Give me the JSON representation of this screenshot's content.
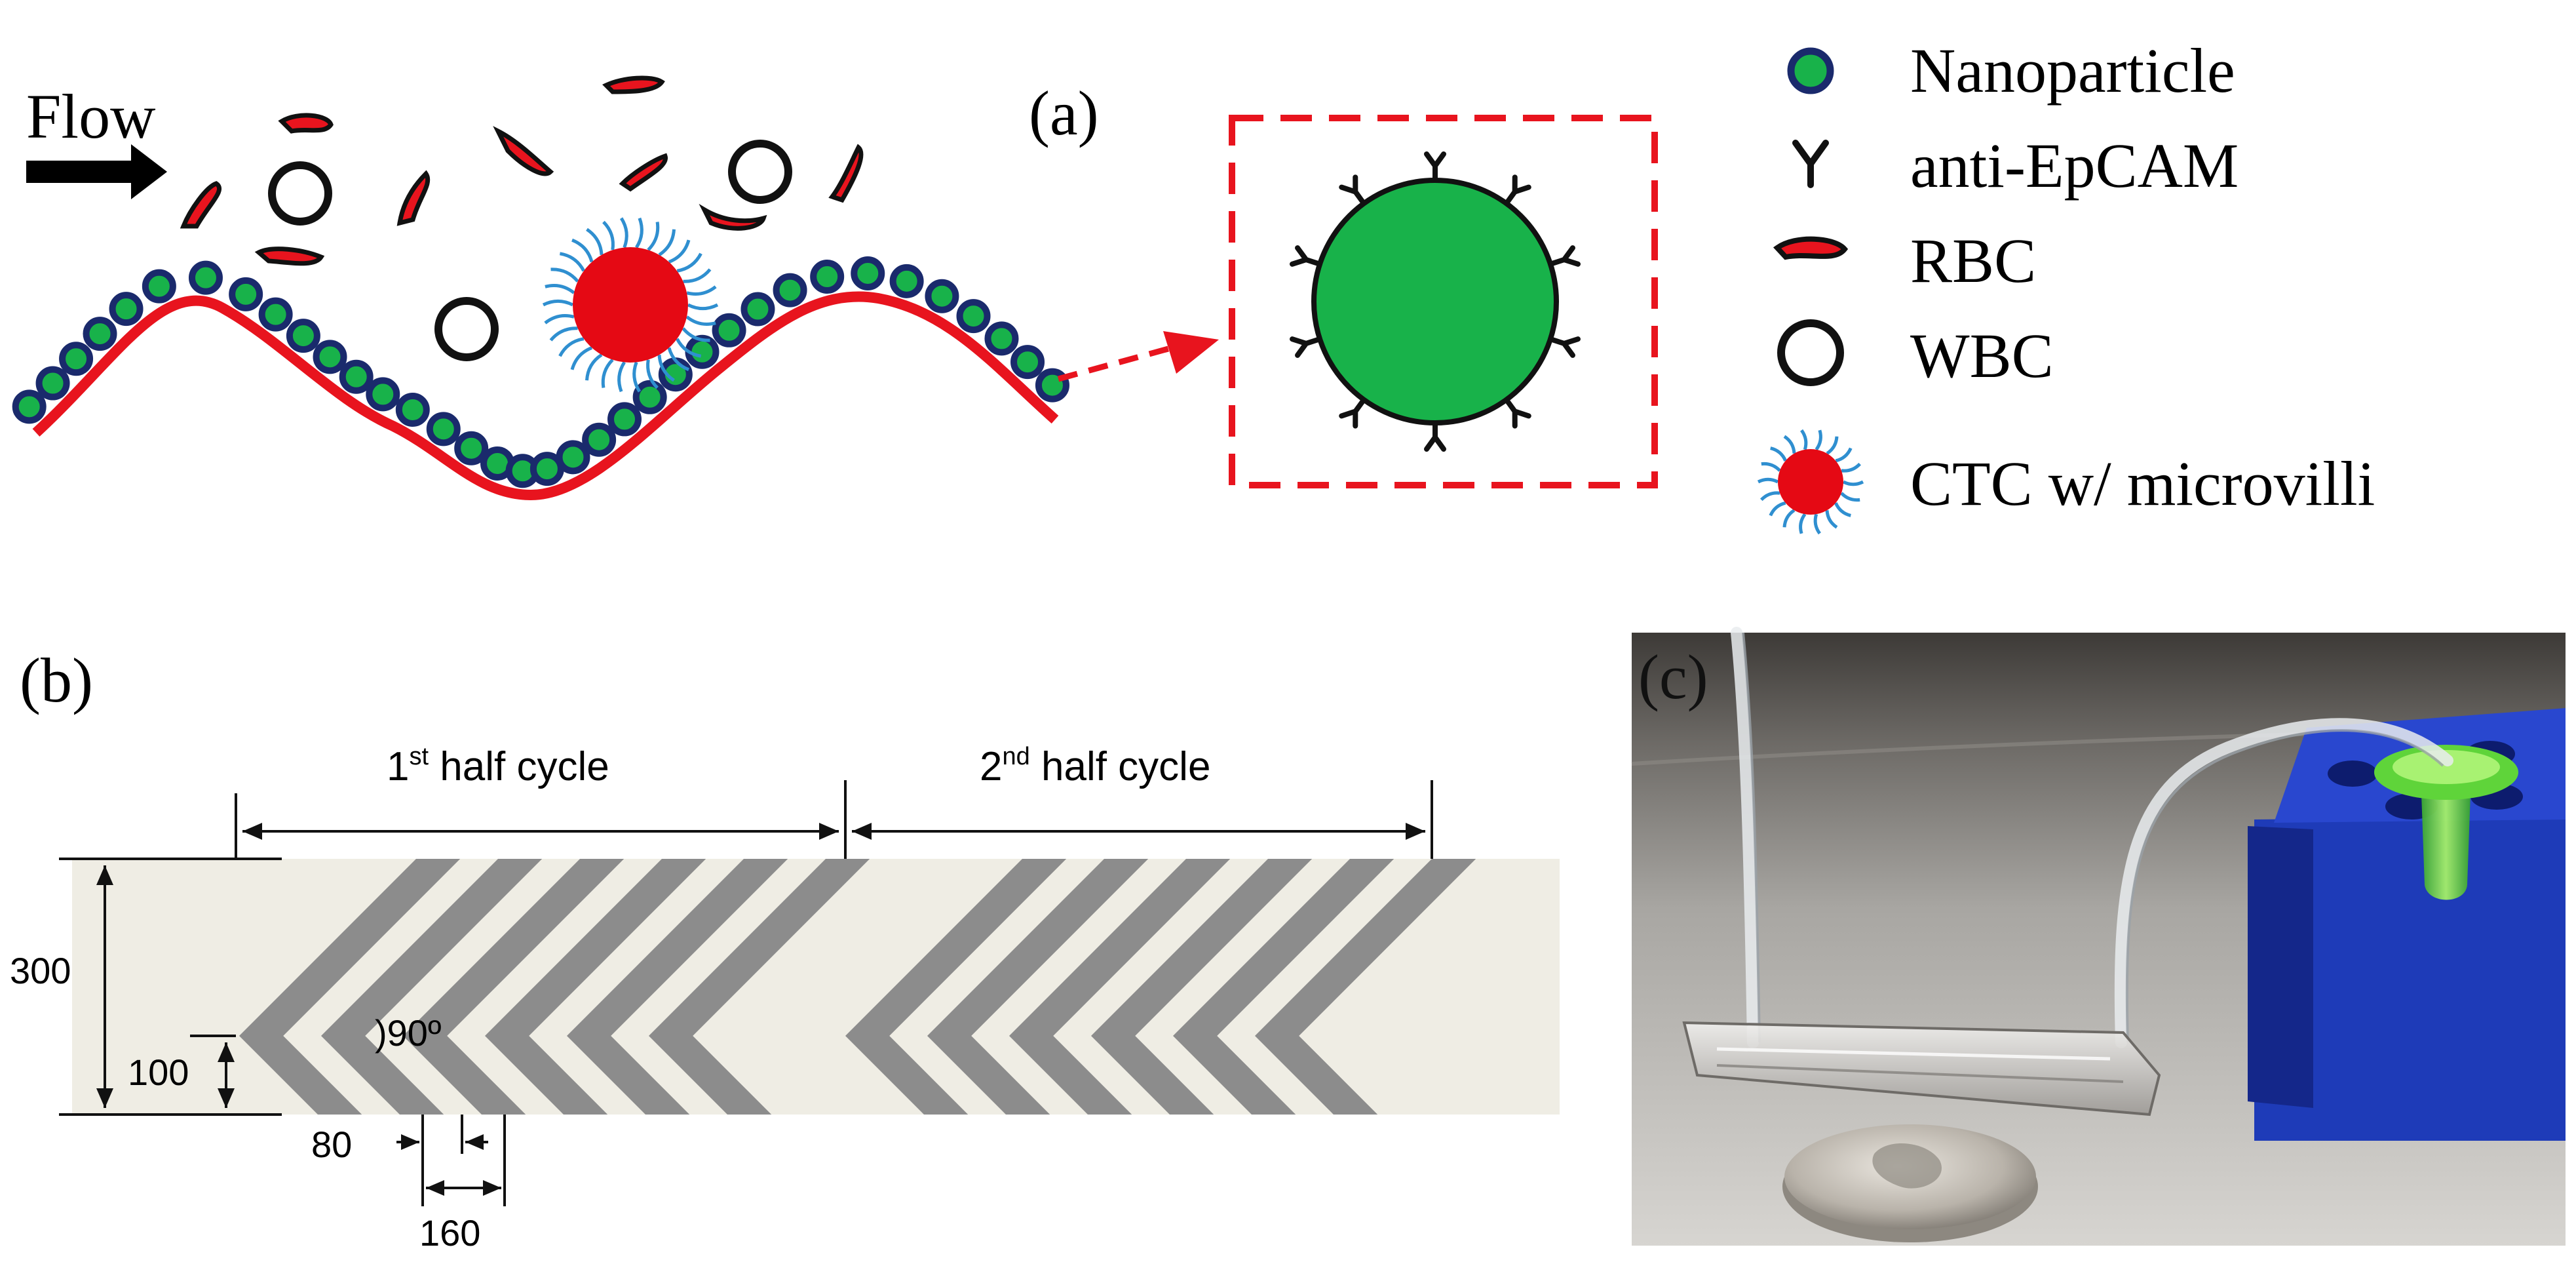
{
  "panels": {
    "a": {
      "label": "(a)",
      "flow_label": "Flow"
    },
    "b": {
      "label": "(b)",
      "first_half": {
        "num": "1",
        "sup": "st",
        "text": " half cycle"
      },
      "second_half": {
        "num": "2",
        "sup": "nd",
        "text": " half cycle"
      },
      "dims": {
        "height": "300",
        "tip": "100",
        "angle": "90º",
        "width": "80",
        "pitch": "160"
      }
    },
    "c": {
      "label": "(c)"
    }
  },
  "legend": [
    {
      "id": "nanoparticle",
      "label": "Nanoparticle"
    },
    {
      "id": "antibody",
      "label": "anti-EpCAM"
    },
    {
      "id": "rbc",
      "label": "RBC"
    },
    {
      "id": "wbc",
      "label": "WBC"
    },
    {
      "id": "ctc",
      "label": "CTC w/ microvilli"
    }
  ],
  "colors": {
    "nanoparticle_core": "#18b24a",
    "nanoparticle_shell": "#1a2a6c",
    "channel_wall": "#e8141e",
    "ctc": "#e50914",
    "microvilli": "#2f8fd0",
    "inset_border": "#e8141e",
    "chevron": "#8c8c8c",
    "channel_bg": "#efede4",
    "rack": "#1e3bb8",
    "tube": "#7fe04a"
  }
}
